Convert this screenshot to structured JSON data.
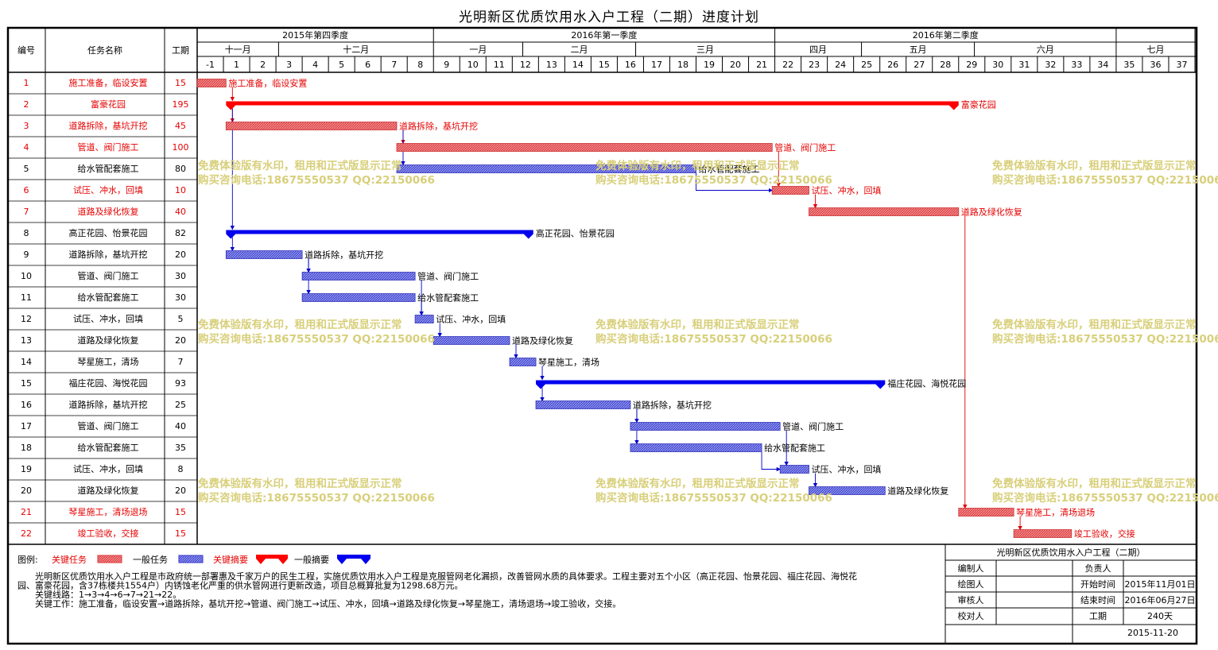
{
  "title": "光明新区优质饮用水入户工程（二期）进度计划",
  "columns": {
    "no": "编号",
    "name": "任务名称",
    "dur": "工期"
  },
  "quarters": [
    {
      "label": "2015年第四季度",
      "from": -1,
      "to": 8
    },
    {
      "label": "2016年第一季度",
      "from": 9,
      "to": 21
    },
    {
      "label": "2016年第二季度",
      "from": 22,
      "to": 34
    },
    {
      "label": "",
      "from": 35,
      "to": 37
    }
  ],
  "months": [
    {
      "label": "十一月",
      "from": -1,
      "to": 3.1
    },
    {
      "label": "十二月",
      "from": 3.1,
      "to": 8
    },
    {
      "label": "一月",
      "from": 9,
      "to": 12.4
    },
    {
      "label": "二月",
      "from": 12.4,
      "to": 16.7
    },
    {
      "label": "三月",
      "from": 16.7,
      "to": 21
    },
    {
      "label": "四月",
      "from": 22,
      "to": 25.3
    },
    {
      "label": "五月",
      "from": 25.3,
      "to": 29.6
    },
    {
      "label": "六月",
      "from": 29.6,
      "to": 34
    },
    {
      "label": "七月",
      "from": 35,
      "to": 37
    }
  ],
  "weeks": [
    "-1",
    "1",
    "2",
    "3",
    "4",
    "5",
    "6",
    "7",
    "8",
    "9",
    "10",
    "11",
    "12",
    "13",
    "14",
    "15",
    "16",
    "17",
    "18",
    "19",
    "20",
    "21",
    "22",
    "23",
    "24",
    "25",
    "26",
    "27",
    "28",
    "29",
    "30",
    "31",
    "32",
    "33",
    "34",
    "35",
    "36",
    "37"
  ],
  "chart_data": {
    "type": "gantt",
    "x_unit": "week",
    "tasks": [
      {
        "id": "1",
        "name": "施工准备，临设安置",
        "duration": "15",
        "start": -1,
        "end": 1.1,
        "kind": "critical"
      },
      {
        "id": "2",
        "name": "富豪花园",
        "duration": "195",
        "start": 1.1,
        "end": 29,
        "kind": "summary-critical"
      },
      {
        "id": "3",
        "name": "道路拆除，基坑开挖",
        "duration": "45",
        "start": 1.1,
        "end": 7.6,
        "kind": "critical"
      },
      {
        "id": "4",
        "name": "管道、阀门施工",
        "duration": "100",
        "start": 7.6,
        "end": 21.9,
        "kind": "critical"
      },
      {
        "id": "5",
        "name": "给水管配套施工",
        "duration": "80",
        "start": 7.6,
        "end": 19,
        "kind": "normal"
      },
      {
        "id": "6",
        "name": "试压、冲水，回填",
        "duration": "10",
        "start": 21.9,
        "end": 23.3,
        "kind": "critical"
      },
      {
        "id": "7",
        "name": "道路及绿化恢复",
        "duration": "40",
        "start": 23.3,
        "end": 29,
        "kind": "critical"
      },
      {
        "id": "8",
        "name": "高正花园、怡景花园",
        "duration": "82",
        "start": 1.1,
        "end": 12.8,
        "kind": "summary"
      },
      {
        "id": "9",
        "name": "道路拆除，基坑开挖",
        "duration": "20",
        "start": 1.1,
        "end": 4,
        "kind": "normal"
      },
      {
        "id": "10",
        "name": "管道、阀门施工",
        "duration": "30",
        "start": 4,
        "end": 8.3,
        "kind": "normal"
      },
      {
        "id": "11",
        "name": "给水管配套施工",
        "duration": "30",
        "start": 4,
        "end": 8.3,
        "kind": "normal"
      },
      {
        "id": "12",
        "name": "试压、冲水，回填",
        "duration": "5",
        "start": 8.3,
        "end": 9,
        "kind": "normal"
      },
      {
        "id": "13",
        "name": "道路及绿化恢复",
        "duration": "20",
        "start": 9,
        "end": 11.9,
        "kind": "normal"
      },
      {
        "id": "14",
        "name": "琴星施工，清场",
        "duration": "7",
        "start": 11.9,
        "end": 12.9,
        "kind": "normal"
      },
      {
        "id": "15",
        "name": "福庄花园、海悦花园",
        "duration": "93",
        "start": 12.9,
        "end": 26.2,
        "kind": "summary"
      },
      {
        "id": "16",
        "name": "道路拆除，基坑开挖",
        "duration": "25",
        "start": 12.9,
        "end": 16.5,
        "kind": "normal"
      },
      {
        "id": "17",
        "name": "管道、阀门施工",
        "duration": "40",
        "start": 16.5,
        "end": 22.2,
        "kind": "normal"
      },
      {
        "id": "18",
        "name": "给水管配套施工",
        "duration": "35",
        "start": 16.5,
        "end": 21.5,
        "kind": "normal"
      },
      {
        "id": "19",
        "name": "试压、冲水，回填",
        "duration": "8",
        "start": 22.2,
        "end": 23.3,
        "kind": "normal"
      },
      {
        "id": "20",
        "name": "道路及绿化恢复",
        "duration": "20",
        "start": 23.3,
        "end": 26.2,
        "kind": "normal"
      },
      {
        "id": "21",
        "name": "琴星施工，清场退场",
        "duration": "15",
        "start": 29,
        "end": 31.1,
        "kind": "critical"
      },
      {
        "id": "22",
        "name": "竣工验收，交接",
        "duration": "15",
        "start": 31.1,
        "end": 33.3,
        "kind": "critical"
      }
    ],
    "links": [
      [
        1,
        2
      ],
      [
        2,
        3
      ],
      [
        3,
        4
      ],
      [
        3,
        5
      ],
      [
        4,
        6
      ],
      [
        5,
        6
      ],
      [
        6,
        7
      ],
      [
        7,
        21
      ],
      [
        21,
        22
      ],
      [
        2,
        8
      ],
      [
        8,
        9
      ],
      [
        9,
        10
      ],
      [
        9,
        11
      ],
      [
        10,
        12
      ],
      [
        11,
        12
      ],
      [
        12,
        13
      ],
      [
        13,
        14
      ],
      [
        14,
        15
      ],
      [
        15,
        16
      ],
      [
        16,
        17
      ],
      [
        16,
        18
      ],
      [
        17,
        19
      ],
      [
        18,
        19
      ],
      [
        19,
        20
      ]
    ]
  },
  "legend": {
    "label": "图例:",
    "critical": "关键任务",
    "normal": "一般任务",
    "summary_critical": "关键摘要",
    "summary": "一般摘要"
  },
  "description": [
    "　　光明新区优质饮用水入户工程是市政府统一部署惠及千家万户的民生工程，实施优质饮用水入户工程是克服管网老化漏损，改善管网水质的具体要求。工程主要对五个小区（高正花园、怡景花园、福庄花园、海悦花",
    "园、富豪花园，含37栋楼共1554户）内锈蚀老化严重的供水管网进行更新改造，项目总概算批复为1298.68万元。",
    "　　关键线路：1→3→4→6→7→21→22。",
    "　　关键工作：施工准备，临设安置→道路拆除，基坑开挖→管道、阀门施工→试压、冲水，回填→道路及绿化恢复→琴星施工，清场退场→竣工验收，交接。"
  ],
  "info": {
    "project": "光明新区优质饮用水入户工程（二期）",
    "editor_label": "编制人",
    "editor": "",
    "owner_label": "负责人",
    "owner": "",
    "drawer_label": "绘图人",
    "drawer": "",
    "start_label": "开始时间",
    "start": "2015年11月01日",
    "reviewer_label": "审核人",
    "reviewer": "",
    "end_label": "结束时间",
    "end": "2016年06月27日",
    "checker_label": "校对人",
    "checker": "",
    "duration_label": "工期",
    "duration": "240天",
    "date": "2015-11-20"
  },
  "watermark": {
    "line1": "免费体验版有水印，租用和正式版显示正常",
    "line2": "购买咨询电话:18675550537 QQ:22150066"
  },
  "colors": {
    "critical": "#e0474a",
    "normal": "#4a4fd6",
    "summary_critical": "#ff0000",
    "summary": "#0000ee",
    "link_critical": "#e00000",
    "link_normal": "#0000cc"
  }
}
